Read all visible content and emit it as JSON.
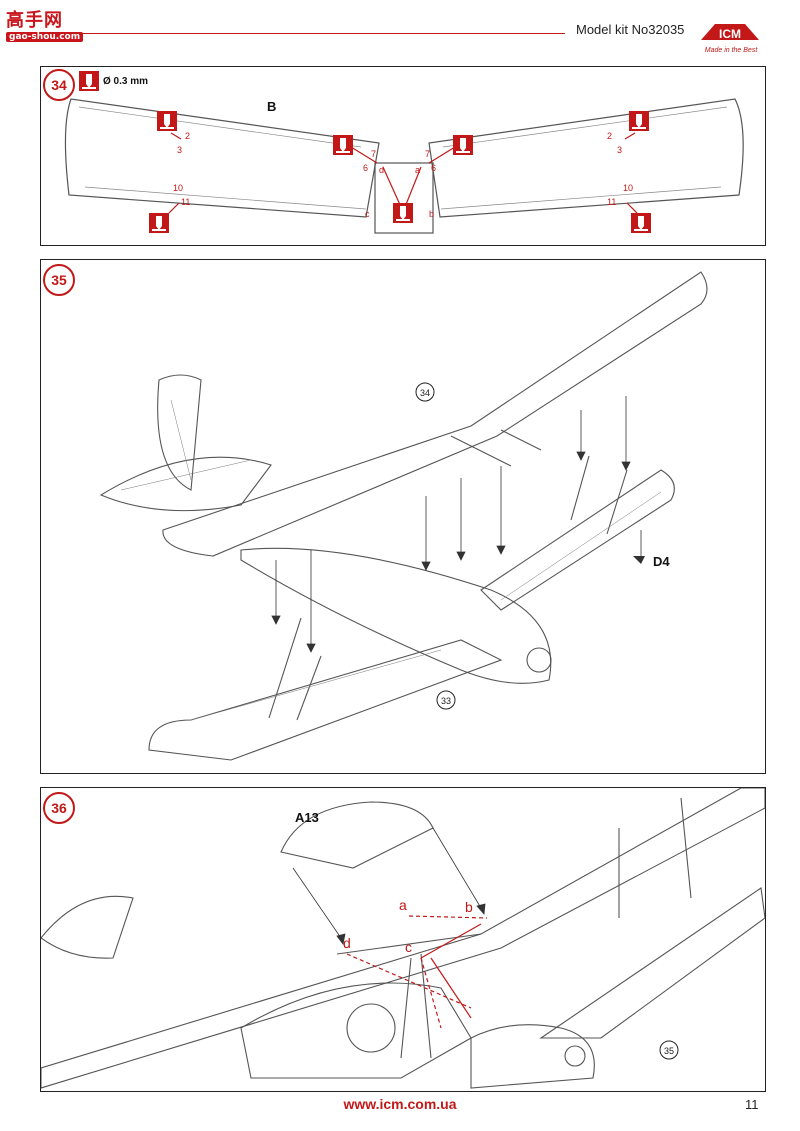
{
  "watermark": {
    "top": "高手网",
    "bottom": "gao-shou.com"
  },
  "header": {
    "title": "Model kit No32035"
  },
  "logo": {
    "name": "ICM",
    "tagline": "Made in the Best"
  },
  "steps": {
    "s34": {
      "number": "34",
      "drill": "Ø 0.3 mm",
      "part": "B",
      "numbers": [
        "2",
        "3",
        "7",
        "6",
        "10",
        "11"
      ],
      "letters": [
        "a",
        "b",
        "c",
        "d"
      ]
    },
    "s35": {
      "number": "35",
      "ref_top": "34",
      "ref_bottom": "33",
      "part": "D4"
    },
    "s36": {
      "number": "36",
      "part": "A13",
      "letters": [
        "a",
        "b",
        "c",
        "d"
      ],
      "ref": "35"
    }
  },
  "footer": {
    "url": "www.icm.com.ua",
    "page": "11"
  },
  "colors": {
    "accent": "#c21818",
    "line": "#555555"
  },
  "icons": {
    "drill": "drill-icon",
    "logo": "icm-logo-icon"
  }
}
